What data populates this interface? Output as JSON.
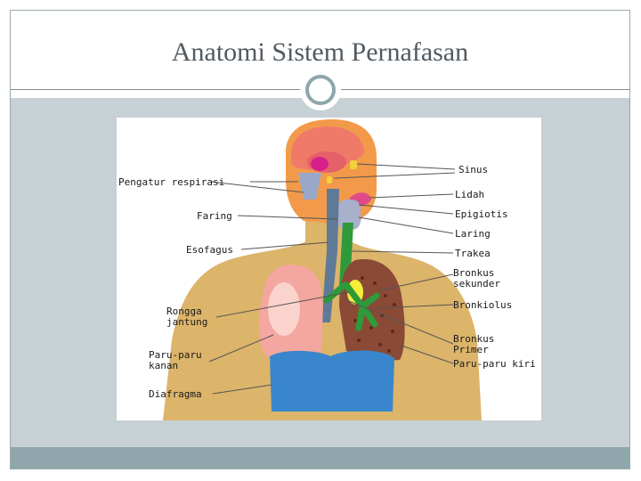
{
  "slide": {
    "title": "Anatomi Sistem Pernafasan"
  },
  "diagram": {
    "labels_left": {
      "pengatur": "Pengatur respirasi",
      "faring": "Faring",
      "esofagus": "Esofagus",
      "rongga_1": "Rongga",
      "rongga_2": "jantung",
      "paru_kanan_1": "Paru-paru",
      "paru_kanan_2": "kanan",
      "diafragma": "Diafragma"
    },
    "labels_right": {
      "sinus": "Sinus",
      "lidah": "Lidah",
      "epiglotis": "Epigiotis",
      "laring": "Laring",
      "trakea": "Trakea",
      "bronkus_sekunder_1": "Bronkus",
      "bronkus_sekunder_2": "sekunder",
      "bronkiolus": "Bronkiolus",
      "bronkus_primer_1": "Bronkus",
      "bronkus_primer_2": "Primer",
      "paru_kiri": "Paru-paru kiri"
    },
    "colors": {
      "skin": "#dcb46a",
      "head": "#f29a4a",
      "brain": "#f07a6a",
      "lung_right": "#f4a6a0",
      "lung_left": "#8a4a36",
      "diaphragm": "#3a86cc",
      "airway": "#2e9a3a",
      "esophagus": "#5f7a96",
      "heart": "#f4ee3a"
    }
  }
}
